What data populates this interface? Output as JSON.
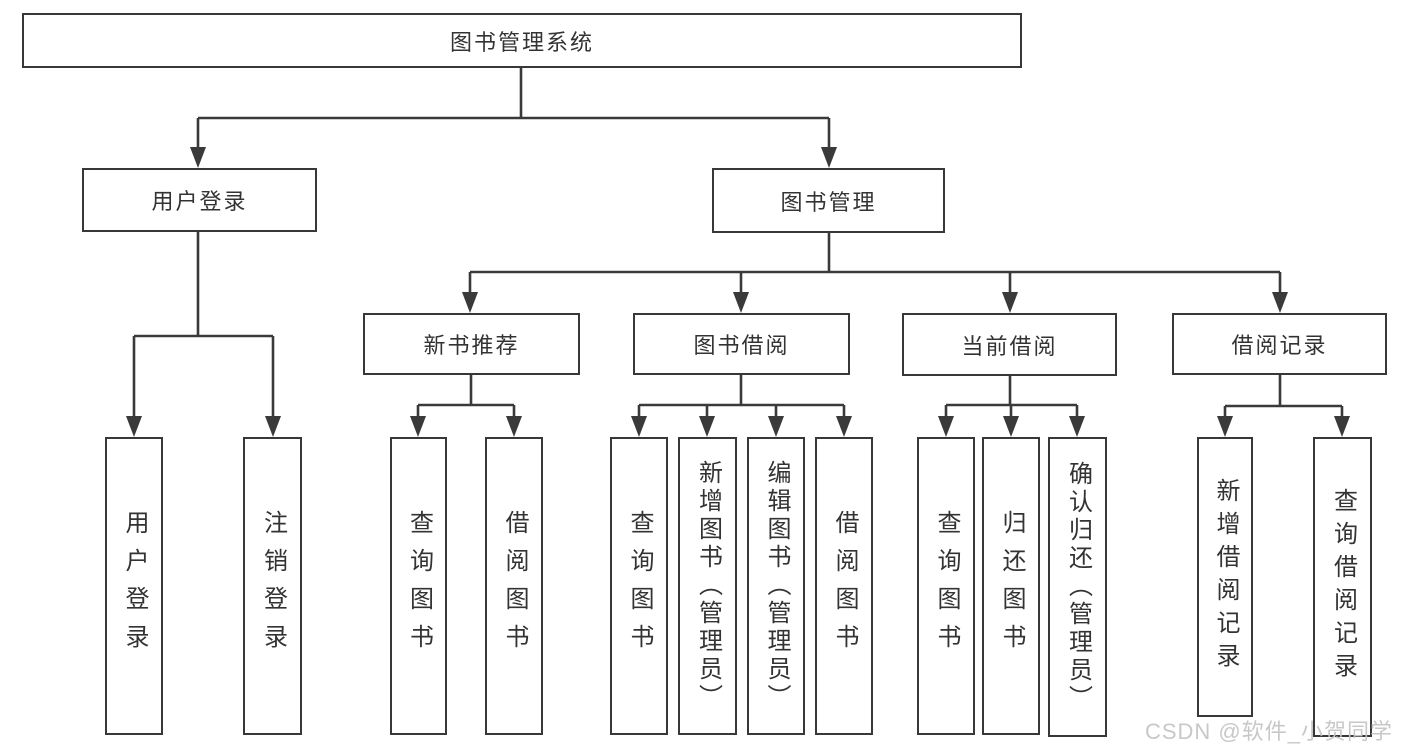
{
  "diagram": {
    "root": {
      "label": "图书管理系统"
    },
    "branches": [
      {
        "label": "用户登录",
        "children": [
          {
            "label": "用户登录"
          },
          {
            "label": "注销登录"
          }
        ]
      },
      {
        "label": "图书管理",
        "groups": [
          {
            "label": "新书推荐",
            "children": [
              {
                "label": "查询图书"
              },
              {
                "label": "借阅图书"
              }
            ]
          },
          {
            "label": "图书借阅",
            "children": [
              {
                "label": "查询图书"
              },
              {
                "label": "新增图书（管理员）"
              },
              {
                "label": "编辑图书（管理员）"
              },
              {
                "label": "借阅图书"
              }
            ]
          },
          {
            "label": "当前借阅",
            "children": [
              {
                "label": "查询图书"
              },
              {
                "label": "归还图书"
              },
              {
                "label": "确认归还（管理员）"
              }
            ]
          },
          {
            "label": "借阅记录",
            "children": [
              {
                "label": "新增借阅记录"
              },
              {
                "label": "查询借阅记录"
              }
            ]
          }
        ]
      }
    ]
  },
  "watermark": {
    "text": "CSDN @软件_小贺同学"
  },
  "colors": {
    "line": "#3a3a3a",
    "box_border": "#383838",
    "text": "#333333",
    "background": "#ffffff",
    "watermark": "#c6c6c6"
  }
}
